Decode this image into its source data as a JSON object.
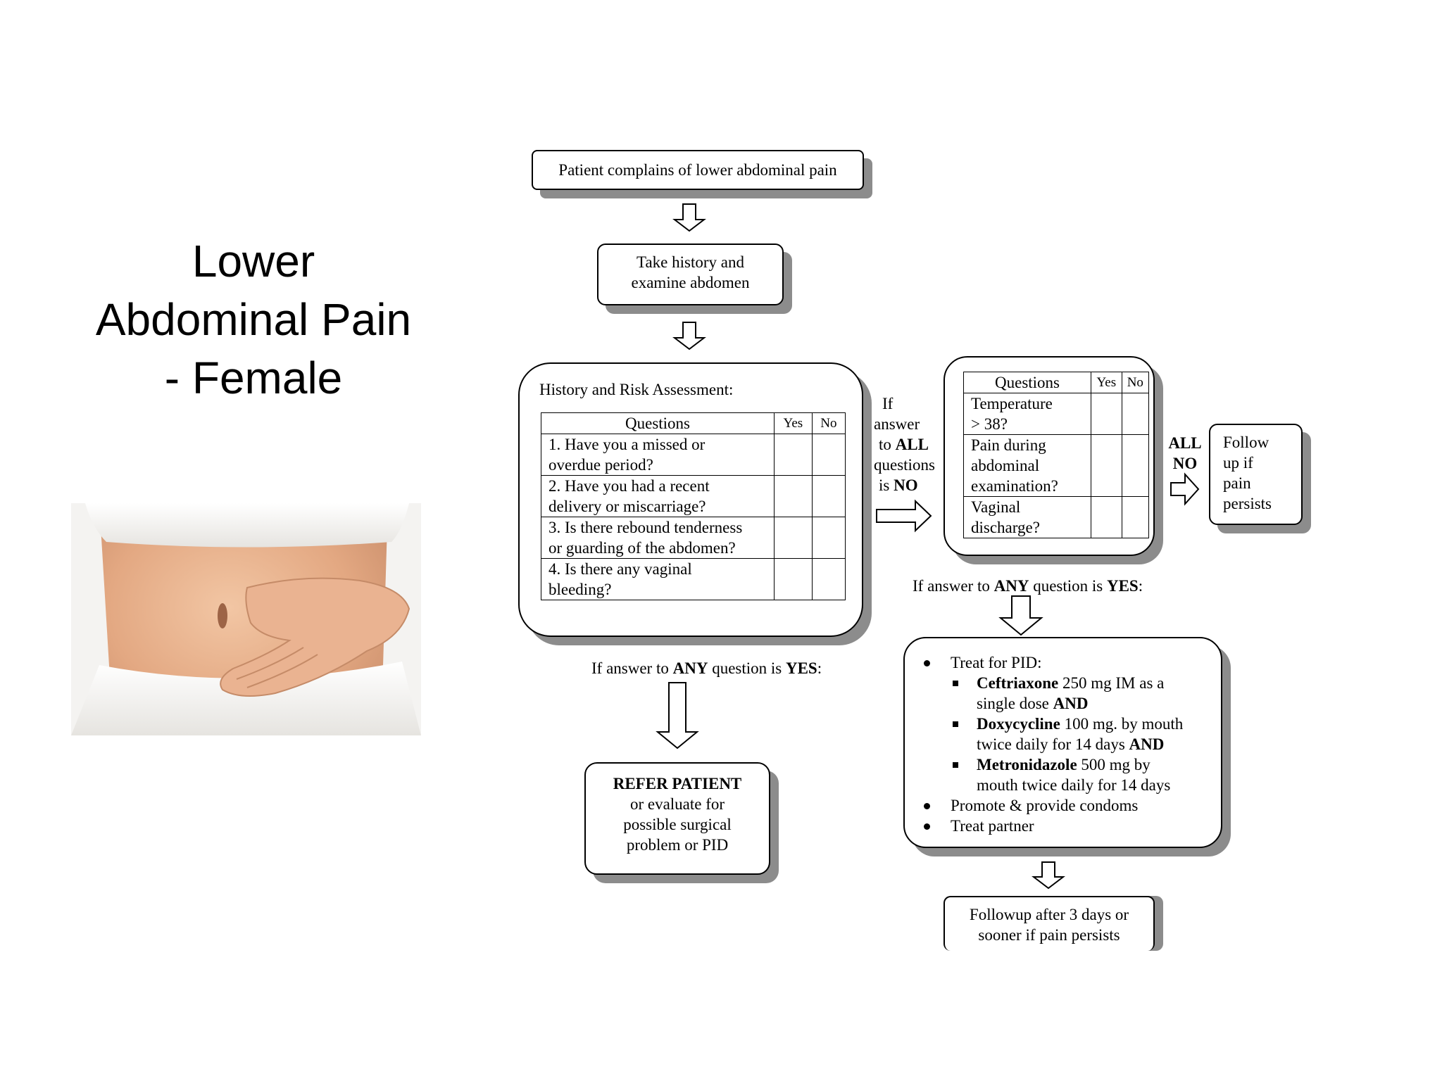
{
  "title": {
    "lines": [
      "Lower",
      "Abdominal Pain",
      "- Female"
    ]
  },
  "flow": {
    "start": "Patient complains of lower abdominal pain",
    "history_step": "Take history and examine abdomen",
    "risk_box": {
      "heading": "History and Risk Assessment:",
      "headers": [
        "Questions",
        "Yes",
        "No"
      ],
      "rows": [
        [
          "1. Have you a missed or",
          "overdue period?"
        ],
        [
          "2. Have you had a recent",
          "delivery or miscarriage?"
        ],
        [
          "3. Is there rebound tenderness",
          "or guarding of the abdomen?"
        ],
        [
          "4. Is there any vaginal",
          "bleeding?"
        ]
      ]
    },
    "all_no_label": {
      "l1": "If",
      "l2": "answer",
      "l3_pre": "to",
      "l3_bold": "ALL",
      "l4": "questions",
      "l5_pre": "is",
      "l5_bold": "NO"
    },
    "any_yes_left": {
      "pre": "If answer to",
      "b1": "ANY",
      "mid": "question is",
      "b2": "YES",
      "post": ":"
    },
    "refer": {
      "bold": "REFER PATIENT",
      "l2": "or evaluate for",
      "l3": "possible surgical",
      "l4": "problem or PID"
    },
    "secondary_box": {
      "headers": [
        "Questions",
        "Yes",
        "No"
      ],
      "rows": [
        [
          "Temperature",
          "> 38?"
        ],
        [
          "Pain during",
          "abdominal",
          "examination?"
        ],
        [
          "Vaginal",
          "discharge?"
        ]
      ]
    },
    "all_no_right": {
      "l1": "ALL",
      "l2": "NO"
    },
    "follow_up": [
      "Follow",
      "up if",
      "pain",
      "persists"
    ],
    "any_yes_right": {
      "pre": "If answer to",
      "b1": "ANY",
      "mid": "question is",
      "b2": "YES",
      "post": ":"
    },
    "treatment": {
      "item1": "Treat for PID:",
      "drug1_name": "Ceftriaxone",
      "drug1_l1": " 250 mg IM as a",
      "drug1_l2": "single dose ",
      "drug1_and": "AND",
      "drug2_name": "Doxycycline",
      "drug2_l1": " 100 mg. by mouth",
      "drug2_l2": "twice daily for 14 days ",
      "drug2_and": "AND",
      "drug3_name": "Metronidazole",
      "drug3_l1": " 500 mg by",
      "drug3_l2": "mouth twice daily for 14 days",
      "item2": "Promote & provide condoms",
      "item3": "Treat partner"
    },
    "final": {
      "l1": "Followup after 3 days or",
      "l2": "sooner if pain persists"
    }
  }
}
